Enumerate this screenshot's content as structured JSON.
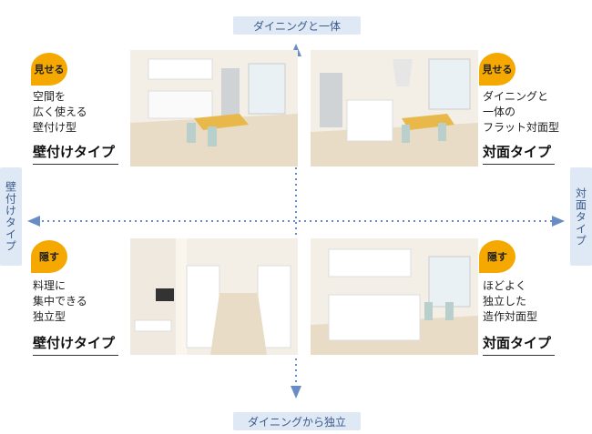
{
  "axes": {
    "top": "ダイニングと一体",
    "bottom": "ダイニングから独立",
    "left": "壁付けタイプ",
    "right": "対面タイプ"
  },
  "quadrants": {
    "top_left": {
      "badge": "見せる",
      "description": "空間を\n広く使える\n壁付け型",
      "type": "壁付けタイプ"
    },
    "top_right": {
      "badge": "見せる",
      "description": "ダイニングと\n一体の\nフラット対面型",
      "type": "対面タイプ"
    },
    "bottom_left": {
      "badge": "隠す",
      "description": "料理に\n集中できる\n独立型",
      "type": "壁付けタイプ"
    },
    "bottom_right": {
      "badge": "隠す",
      "description": "ほどよく\n独立した\n造作対面型",
      "type": "対面タイプ"
    }
  },
  "colors": {
    "badge": "#f5a800",
    "axis_bg": "#dfe8f5",
    "axis_text": "#3b5a8a",
    "axis_line": "#6a8cc4"
  }
}
